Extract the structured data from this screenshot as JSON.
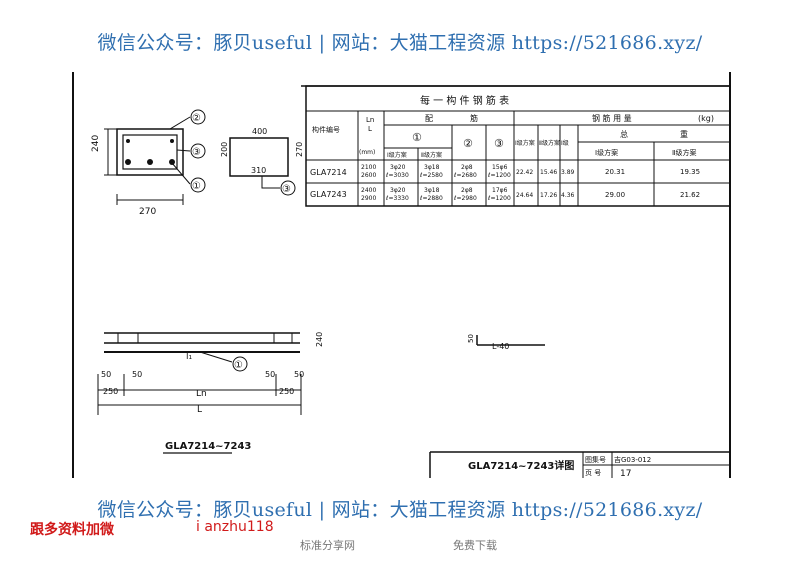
{
  "watermark": {
    "text": "微信公众号：豚贝useful | 网站：大猫工程资源 https://521686.xyz/"
  },
  "promo": {
    "contact_label": "跟多资料加微",
    "contact_id": "i anzhu118"
  },
  "footer": {
    "link1": "标准分享网",
    "link2": "免费下载"
  },
  "section": {
    "dims": {
      "height": "240",
      "width": "270",
      "callout_2": "②",
      "callout_3": "③",
      "callout_1": "①"
    }
  },
  "hook": {
    "top": "400",
    "left": "200",
    "right": "270",
    "bottom": "310",
    "callout_3": "③"
  },
  "table": {
    "title": "每 一 构 件 钢 筋 表",
    "h_member": "构件编号",
    "h_ln": "Ln",
    "h_l": "L",
    "h_mm": "(mm)",
    "h_config": "配",
    "h_rebar": "筋",
    "h_usage": "钢 筋 用 量",
    "h_kg": "(kg)",
    "h_bar1": "①",
    "h_bar2": "②",
    "h_bar3": "③",
    "h_grade1_a": "Ⅰ级方案",
    "h_grade2_a": "Ⅱ级方案",
    "h_grade1_b": "Ⅰ级方案",
    "h_grade2_b": "Ⅱ级方案",
    "h_grade1_c": "Ⅰ级",
    "h_total": "总",
    "h_weight": "重",
    "h_total_g1": "Ⅰ级方案",
    "h_total_g2": "Ⅱ级方案",
    "rows": [
      {
        "member": "GLA7214",
        "ln": "2100",
        "l": "2600",
        "bar1_g1": "3φ20",
        "bar1_g1_len": "ℓ=3030",
        "bar1_g2": "3φ18",
        "bar1_g2_len": "ℓ=2580",
        "bar2": "2φ8",
        "bar2_len": "ℓ=2680",
        "bar3": "15φ6",
        "bar3_len": "ℓ=1200",
        "use_g1": "22.42",
        "use_g2": "15.46",
        "use_g1b": "3.89",
        "total_g1": "20.31",
        "total_g2": "19.35"
      },
      {
        "member": "GLA7243",
        "ln": "2400",
        "l": "2900",
        "bar1_g1": "3φ20",
        "bar1_g1_len": "ℓ=3330",
        "bar1_g2": "3φ18",
        "bar1_g2_len": "ℓ=2880",
        "bar2": "2φ8",
        "bar2_len": "ℓ=2980",
        "bar3": "17φ6",
        "bar3_len": "ℓ=1200",
        "use_g1": "24.64",
        "use_g2": "17.26",
        "use_g1b": "4.36",
        "total_g1": "29.00",
        "total_g2": "21.62"
      }
    ]
  },
  "elevation": {
    "bar_label": "l₁",
    "callout_1": "①",
    "d50a": "50",
    "d50b": "50",
    "d50c": "50",
    "d50d": "50",
    "d250a": "250",
    "d250b": "250",
    "ln": "Ln",
    "l": "L",
    "depth": "240"
  },
  "stirrup_detail": {
    "dim": "50",
    "label": "L-40"
  },
  "drawing_title": "GLA7214~7243",
  "title_block": {
    "name": "GLA7214~7243详图",
    "atlas_label": "图集号",
    "atlas_value": "吉G03-012",
    "page_label": "页 号",
    "page_value": "17"
  }
}
